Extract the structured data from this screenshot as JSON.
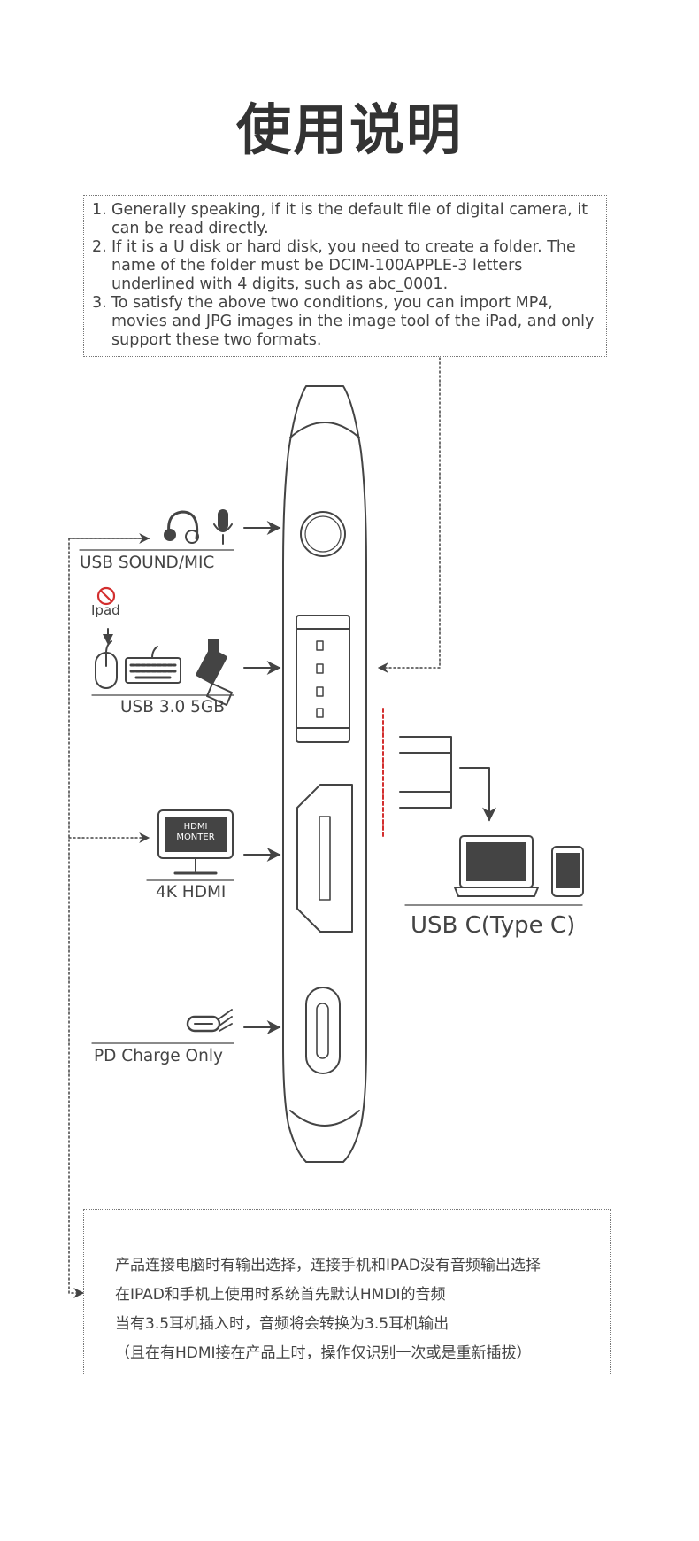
{
  "title": "使用说明",
  "notes": [
    {
      "num": "1.",
      "text": "Generally speaking, if it is the default file of digital camera, it can be read directly."
    },
    {
      "num": "2.",
      "text": "If it is a U disk or hard disk, you need to create a folder. The name of the folder must be DCIM-100APPLE-3 letters underlined with 4 digits, such as abc_0001."
    },
    {
      "num": "3.",
      "text": "To satisfy the above two conditions, you can import MP4, movies and JPG images in the image tool of the iPad, and only support these two formats."
    }
  ],
  "ports": {
    "sound": "USB SOUND/MIC",
    "usb3": "USB 3.0 5GB",
    "ipad": "Ipad",
    "hdmi": "4K HDMI",
    "hdmi_screen": [
      "HDMI",
      "MONTER"
    ],
    "pd": "PD Charge Only",
    "usbc": "USB C(Type C)"
  },
  "bottom_notes": [
    "产品连接电脑时有输出选择，连接手机和IPAD没有音频输出选择",
    "在IPAD和手机上使用时系统首先默认HMDI的音频",
    "当有3.5耳机插入时，音频将会转换为3.5耳机输出",
    "（且在有HDMI接在产品上时，操作仅识别一次或是重新插拔）"
  ],
  "colors": {
    "line": "#444444",
    "accent_red": "#d32f2f"
  }
}
